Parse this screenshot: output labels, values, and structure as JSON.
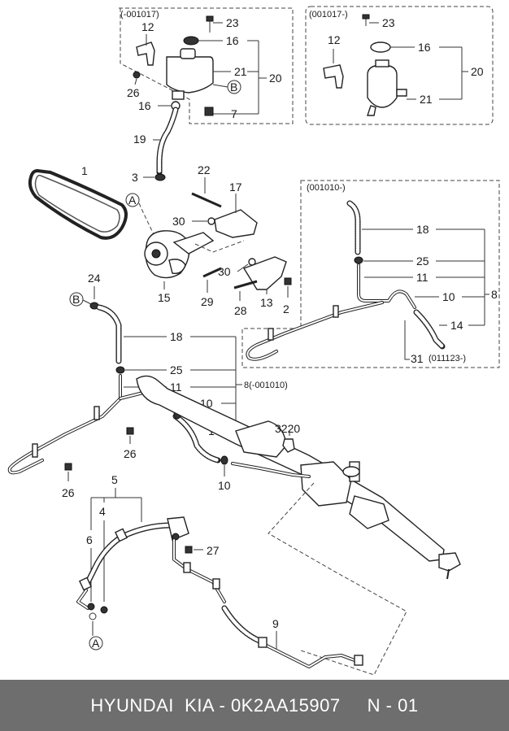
{
  "boxes": {
    "top_left_tag": "(-001017)",
    "top_right_tag": "(001017-)",
    "right_mid_tag": "(001010-)",
    "right_mid_sub_tag": "(011123-)"
  },
  "callouts": {
    "p23a": "23",
    "p12a": "12",
    "p16a": "16",
    "p21a": "21",
    "p20a": "20",
    "p26a": "26",
    "p16b": "16",
    "p7": "7",
    "pBa": "B",
    "p23b": "23",
    "p12b": "12",
    "p16c": "16",
    "p20b": "20",
    "p21b": "21",
    "p1": "1",
    "p19": "19",
    "p3": "3",
    "pAa": "A",
    "p22": "22",
    "p17": "17",
    "p30a": "30",
    "p30b": "30",
    "p15": "15",
    "p29": "29",
    "p28": "28",
    "p13": "13",
    "p2": "2",
    "p18a": "18",
    "p25a": "25",
    "p11a": "11",
    "p10a": "10",
    "p8a": "8",
    "p14a": "14",
    "p31": "31",
    "p24": "24",
    "pBb": "B",
    "p18b": "18",
    "p25b": "25",
    "p11b": "11",
    "p8b": "8(-001010)",
    "p10b": "10",
    "p14b": "14",
    "p26b": "26",
    "p26c": "26",
    "p3220": "3220",
    "p10c": "10",
    "p5": "5",
    "p4": "4",
    "p6": "6",
    "p27": "27",
    "pAb": "A",
    "p9": "9"
  },
  "footer": {
    "brand": "HYUNDAI  KIA - 0K2AA15907",
    "page": "N - 01"
  }
}
